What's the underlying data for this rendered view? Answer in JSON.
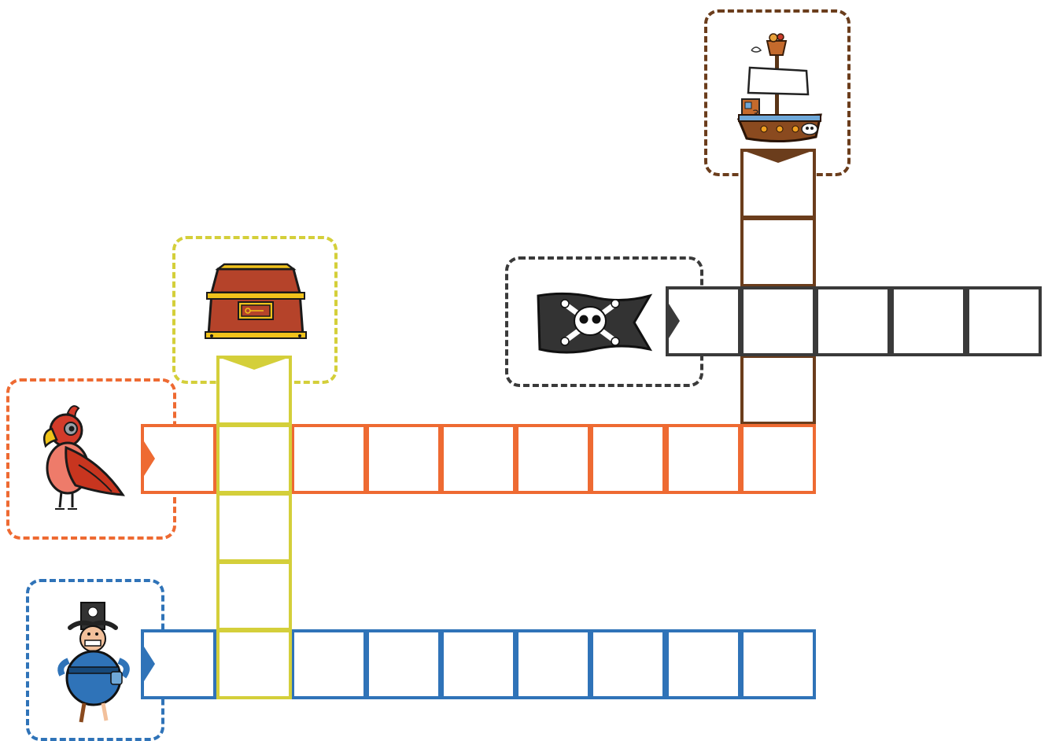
{
  "puzzle": {
    "type": "picture-crossword",
    "words": [
      {
        "id": "ship",
        "picture": "pirate-ship-picture",
        "direction": "down",
        "length": 5,
        "color": "#6b3d1c"
      },
      {
        "id": "flag",
        "picture": "jolly-roger-flag-picture",
        "direction": "across",
        "length": 5,
        "color": "#3a3a3a"
      },
      {
        "id": "chest",
        "picture": "treasure-chest-picture",
        "direction": "down",
        "length": 5,
        "color": "#d4cf3a"
      },
      {
        "id": "parrot",
        "picture": "parrot-picture",
        "direction": "across",
        "length": 9,
        "color": "#ee6a32"
      },
      {
        "id": "pirate",
        "picture": "pirate-captain-picture",
        "direction": "across",
        "length": 9,
        "color": "#2f73b8"
      }
    ]
  }
}
